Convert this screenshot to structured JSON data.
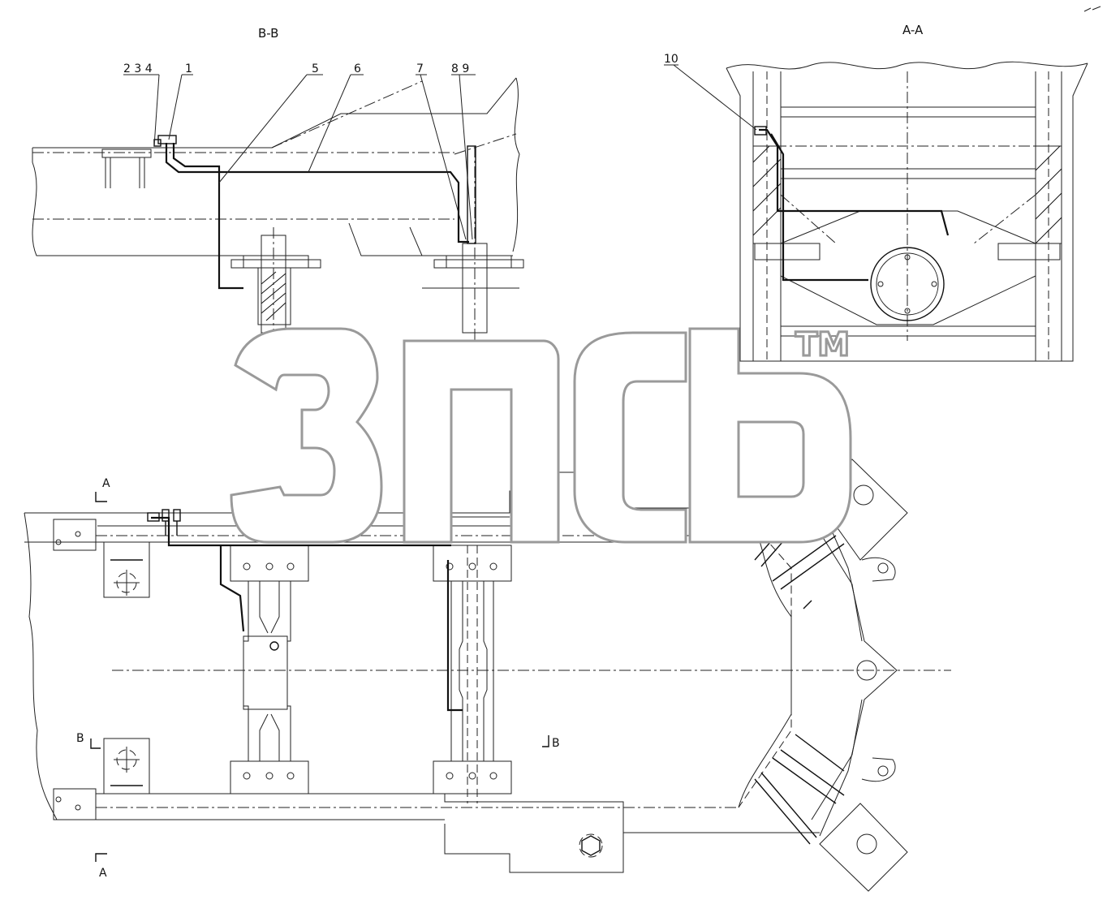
{
  "sections": {
    "bb_title": "B-B",
    "aa_title": "A-A"
  },
  "callouts": {
    "group_234": "2 3 4",
    "c1": "1",
    "c5": "5",
    "c6": "6",
    "c7": "7",
    "group_89": "8 9",
    "c10": "10"
  },
  "cut_marks": {
    "a_top": "A",
    "a_bottom": "A",
    "b_left": "B",
    "b_right": "B"
  },
  "watermark": {
    "logo_text": "ЗПСБ",
    "tm": "TM"
  },
  "colors": {
    "line": "#111111",
    "watermark_outline": "#9a9a9a",
    "background": "#ffffff"
  }
}
